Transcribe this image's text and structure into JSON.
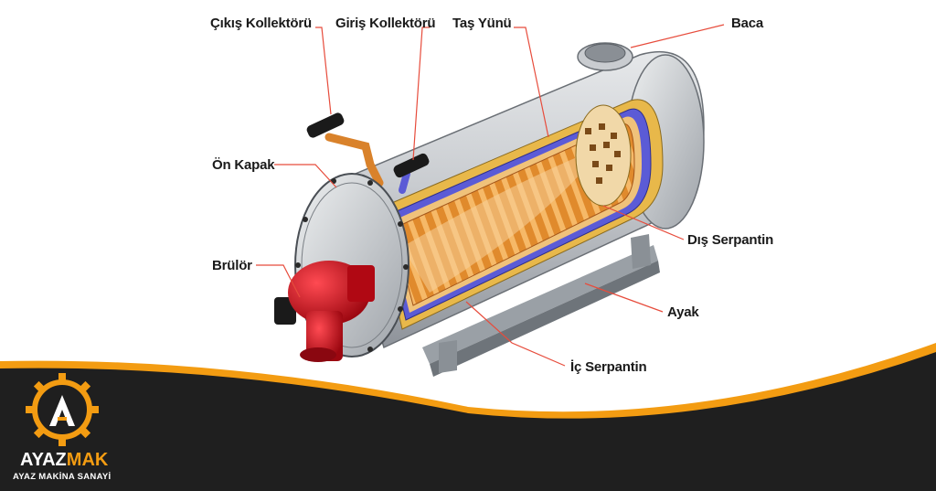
{
  "labels": {
    "cikis_kollektoru": "Çıkış Kollektörü",
    "giris_kollektoru": "Giriş Kollektörü",
    "tas_yunu": "Taş Yünü",
    "baca": "Baca",
    "on_kapak": "Ön Kapak",
    "brulor": "Brülör",
    "dis_serpantin": "Dış Serpantin",
    "ayak": "Ayak",
    "ic_serpantin": "İç Serpantin"
  },
  "brand": {
    "name_part1": "AYAZ",
    "name_part2": "MAK",
    "tagline": "AYAZ MAKİNA SANAYİ"
  },
  "colors": {
    "accent_orange": "#f39c12",
    "footer_dark": "#1f1f1f",
    "leader_red": "#e74c3c",
    "burner_red": "#e0101e",
    "shell_silver": "#b8bcc2",
    "insulation_yellow": "#e8b84a",
    "coil_orange": "#d9822b",
    "coil_purple": "#5b5bd6"
  }
}
